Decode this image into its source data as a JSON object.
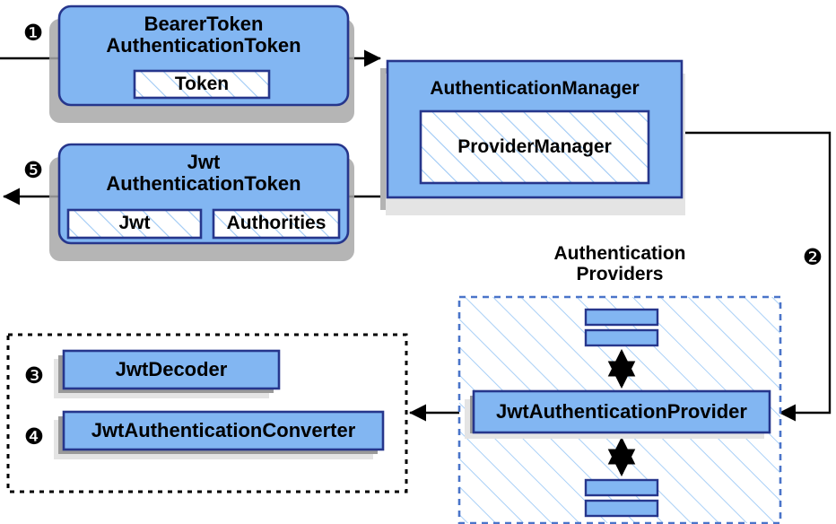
{
  "diagram": {
    "title": "Spring Security JWT Bearer Token Authentication Flow",
    "colors": {
      "box_fill": "#82b6f2",
      "box_border": "#26368c",
      "hatch_stroke": "#9ec9f5",
      "shadow_dark": "#9a9a9a",
      "shadow_light": "#e2e2e2",
      "dashed_blue": "#4a74c9",
      "line": "#000000"
    },
    "group_labels": [
      {
        "id": "auth-providers-label",
        "text": "Authentication\nProviders"
      }
    ],
    "boxes": [
      {
        "id": "bearer-token-authentication-token",
        "label": "BearerToken\nAuthenticationToken",
        "shape": "rounded"
      },
      {
        "id": "jwt-authentication-token",
        "label": "Jwt\nAuthenticationToken",
        "shape": "rounded"
      },
      {
        "id": "authentication-manager",
        "label": "AuthenticationManager",
        "shape": "rect"
      },
      {
        "id": "jwt-authentication-provider",
        "label": "JwtAuthenticationProvider",
        "shape": "rect"
      },
      {
        "id": "jwt-decoder",
        "label": "JwtDecoder",
        "shape": "rect"
      },
      {
        "id": "jwt-authentication-converter",
        "label": "JwtAuthenticationConverter",
        "shape": "rect"
      }
    ],
    "inner_slots": [
      {
        "id": "token-slot",
        "label": "Token",
        "parent": "bearer-token-authentication-token"
      },
      {
        "id": "jwt-slot",
        "label": "Jwt",
        "parent": "jwt-authentication-token"
      },
      {
        "id": "authorities-slot",
        "label": "Authorities",
        "parent": "jwt-authentication-token"
      },
      {
        "id": "provider-manager-slot",
        "label": "ProviderManager",
        "parent": "authentication-manager"
      }
    ],
    "step_markers": [
      {
        "id": "step-1",
        "glyph": "❶",
        "number": 1
      },
      {
        "id": "step-5",
        "glyph": "❺",
        "number": 5
      },
      {
        "id": "step-2",
        "glyph": "❷",
        "number": 2
      },
      {
        "id": "step-3",
        "glyph": "❸",
        "number": 3
      },
      {
        "id": "step-4",
        "glyph": "❹",
        "number": 4
      }
    ],
    "connectors": [
      {
        "id": "request-in",
        "from": "left-edge",
        "to": "bearer-token-authentication-token",
        "style": "plain"
      },
      {
        "id": "token-to-manager",
        "from": "bearer-token-authentication-token",
        "to": "authentication-manager",
        "style": "arrow-right"
      },
      {
        "id": "manager-to-provider",
        "from": "authentication-manager",
        "to": "jwt-authentication-provider",
        "style": "arrow-left"
      },
      {
        "id": "provider-to-support",
        "from": "jwt-authentication-provider",
        "to": "support-group",
        "style": "arrow-left"
      },
      {
        "id": "manager-to-jwt-token",
        "from": "authentication-manager",
        "to": "jwt-authentication-token",
        "style": "plain"
      },
      {
        "id": "result-out",
        "from": "jwt-authentication-token",
        "to": "left-edge",
        "style": "arrow-left"
      },
      {
        "id": "provider-up-link",
        "from": "jwt-authentication-provider",
        "to": "provider-stack-top",
        "style": "double-arrow-vertical"
      },
      {
        "id": "provider-down-link",
        "from": "jwt-authentication-provider",
        "to": "provider-stack-bottom",
        "style": "double-arrow-vertical"
      }
    ]
  }
}
